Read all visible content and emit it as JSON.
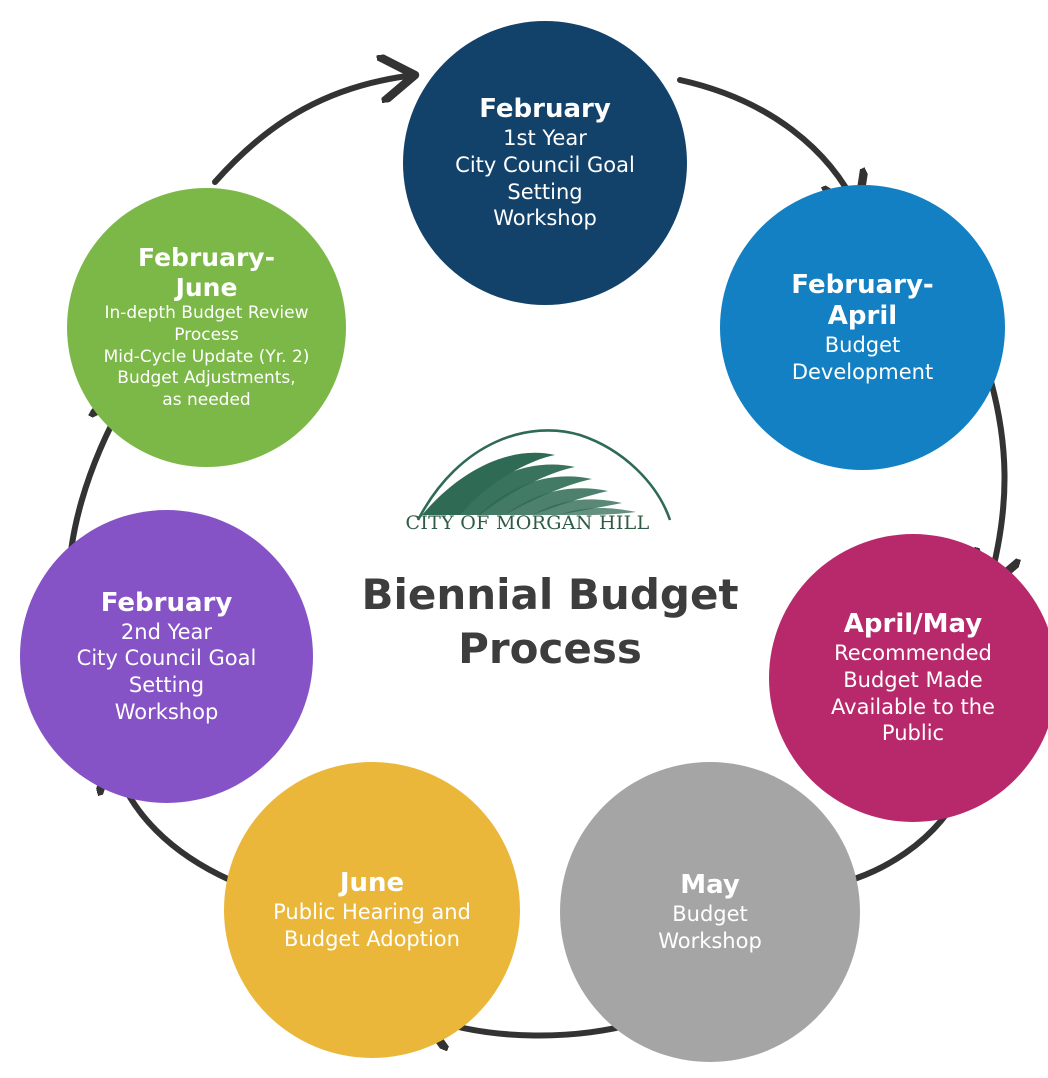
{
  "title": {
    "line1": "Biennial Budget",
    "line2": "Process"
  },
  "organization": "CITY OF MORGAN HILL",
  "stages": [
    {
      "heading": [
        "February"
      ],
      "lines": [
        "1st Year",
        "City Council Goal",
        "Setting",
        "Workshop"
      ],
      "color": "#12426a"
    },
    {
      "heading": [
        "February-",
        "April"
      ],
      "lines": [
        "Budget",
        "Development"
      ],
      "color": "#1280c2"
    },
    {
      "heading": [
        "April/May"
      ],
      "lines": [
        "Recommended",
        "Budget Made",
        "Available to the",
        "Public"
      ],
      "color": "#b8296b"
    },
    {
      "heading": [
        "May"
      ],
      "lines": [
        "Budget",
        "Workshop"
      ],
      "color": "#a5a5a5"
    },
    {
      "heading": [
        "June"
      ],
      "lines": [
        "Public Hearing and",
        "Budget Adoption"
      ],
      "color": "#eab73b"
    },
    {
      "heading": [
        "February"
      ],
      "lines": [
        "2nd Year",
        "City Council Goal",
        "Setting",
        "Workshop"
      ],
      "color": "#8653c6"
    },
    {
      "heading": [
        "February-",
        "June"
      ],
      "lines": [
        "In-depth Budget Review",
        "Process",
        "Mid-Cycle Update (Yr. 2)",
        "Budget Adjustments,",
        "as needed"
      ],
      "color": "#7cb848"
    }
  ],
  "colors": {
    "arrow": "#333333",
    "logo": "#2f6b54",
    "title": "#3d3d3d"
  }
}
